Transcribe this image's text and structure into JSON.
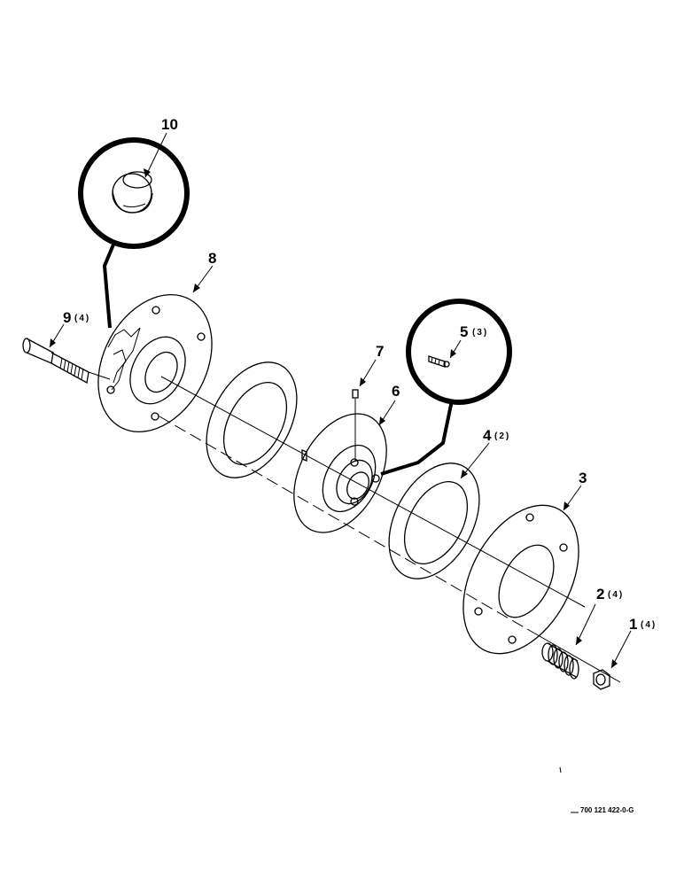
{
  "callouts": [
    {
      "id": "10",
      "number": "10",
      "qty": ""
    },
    {
      "id": "8",
      "number": "8",
      "qty": ""
    },
    {
      "id": "9",
      "number": "9",
      "qty": "(4)"
    },
    {
      "id": "7",
      "number": "7",
      "qty": ""
    },
    {
      "id": "5",
      "number": "5",
      "qty": "(3)"
    },
    {
      "id": "6",
      "number": "6",
      "qty": ""
    },
    {
      "id": "4",
      "number": "4",
      "qty": "(2)"
    },
    {
      "id": "3",
      "number": "3",
      "qty": ""
    },
    {
      "id": "2",
      "number": "2",
      "qty": "(4)"
    },
    {
      "id": "1",
      "number": "1",
      "qty": "(4)"
    }
  ],
  "drawing_code": "700 121 422-0-G",
  "colors": {
    "ink": "#000000",
    "paper": "#ffffff"
  }
}
